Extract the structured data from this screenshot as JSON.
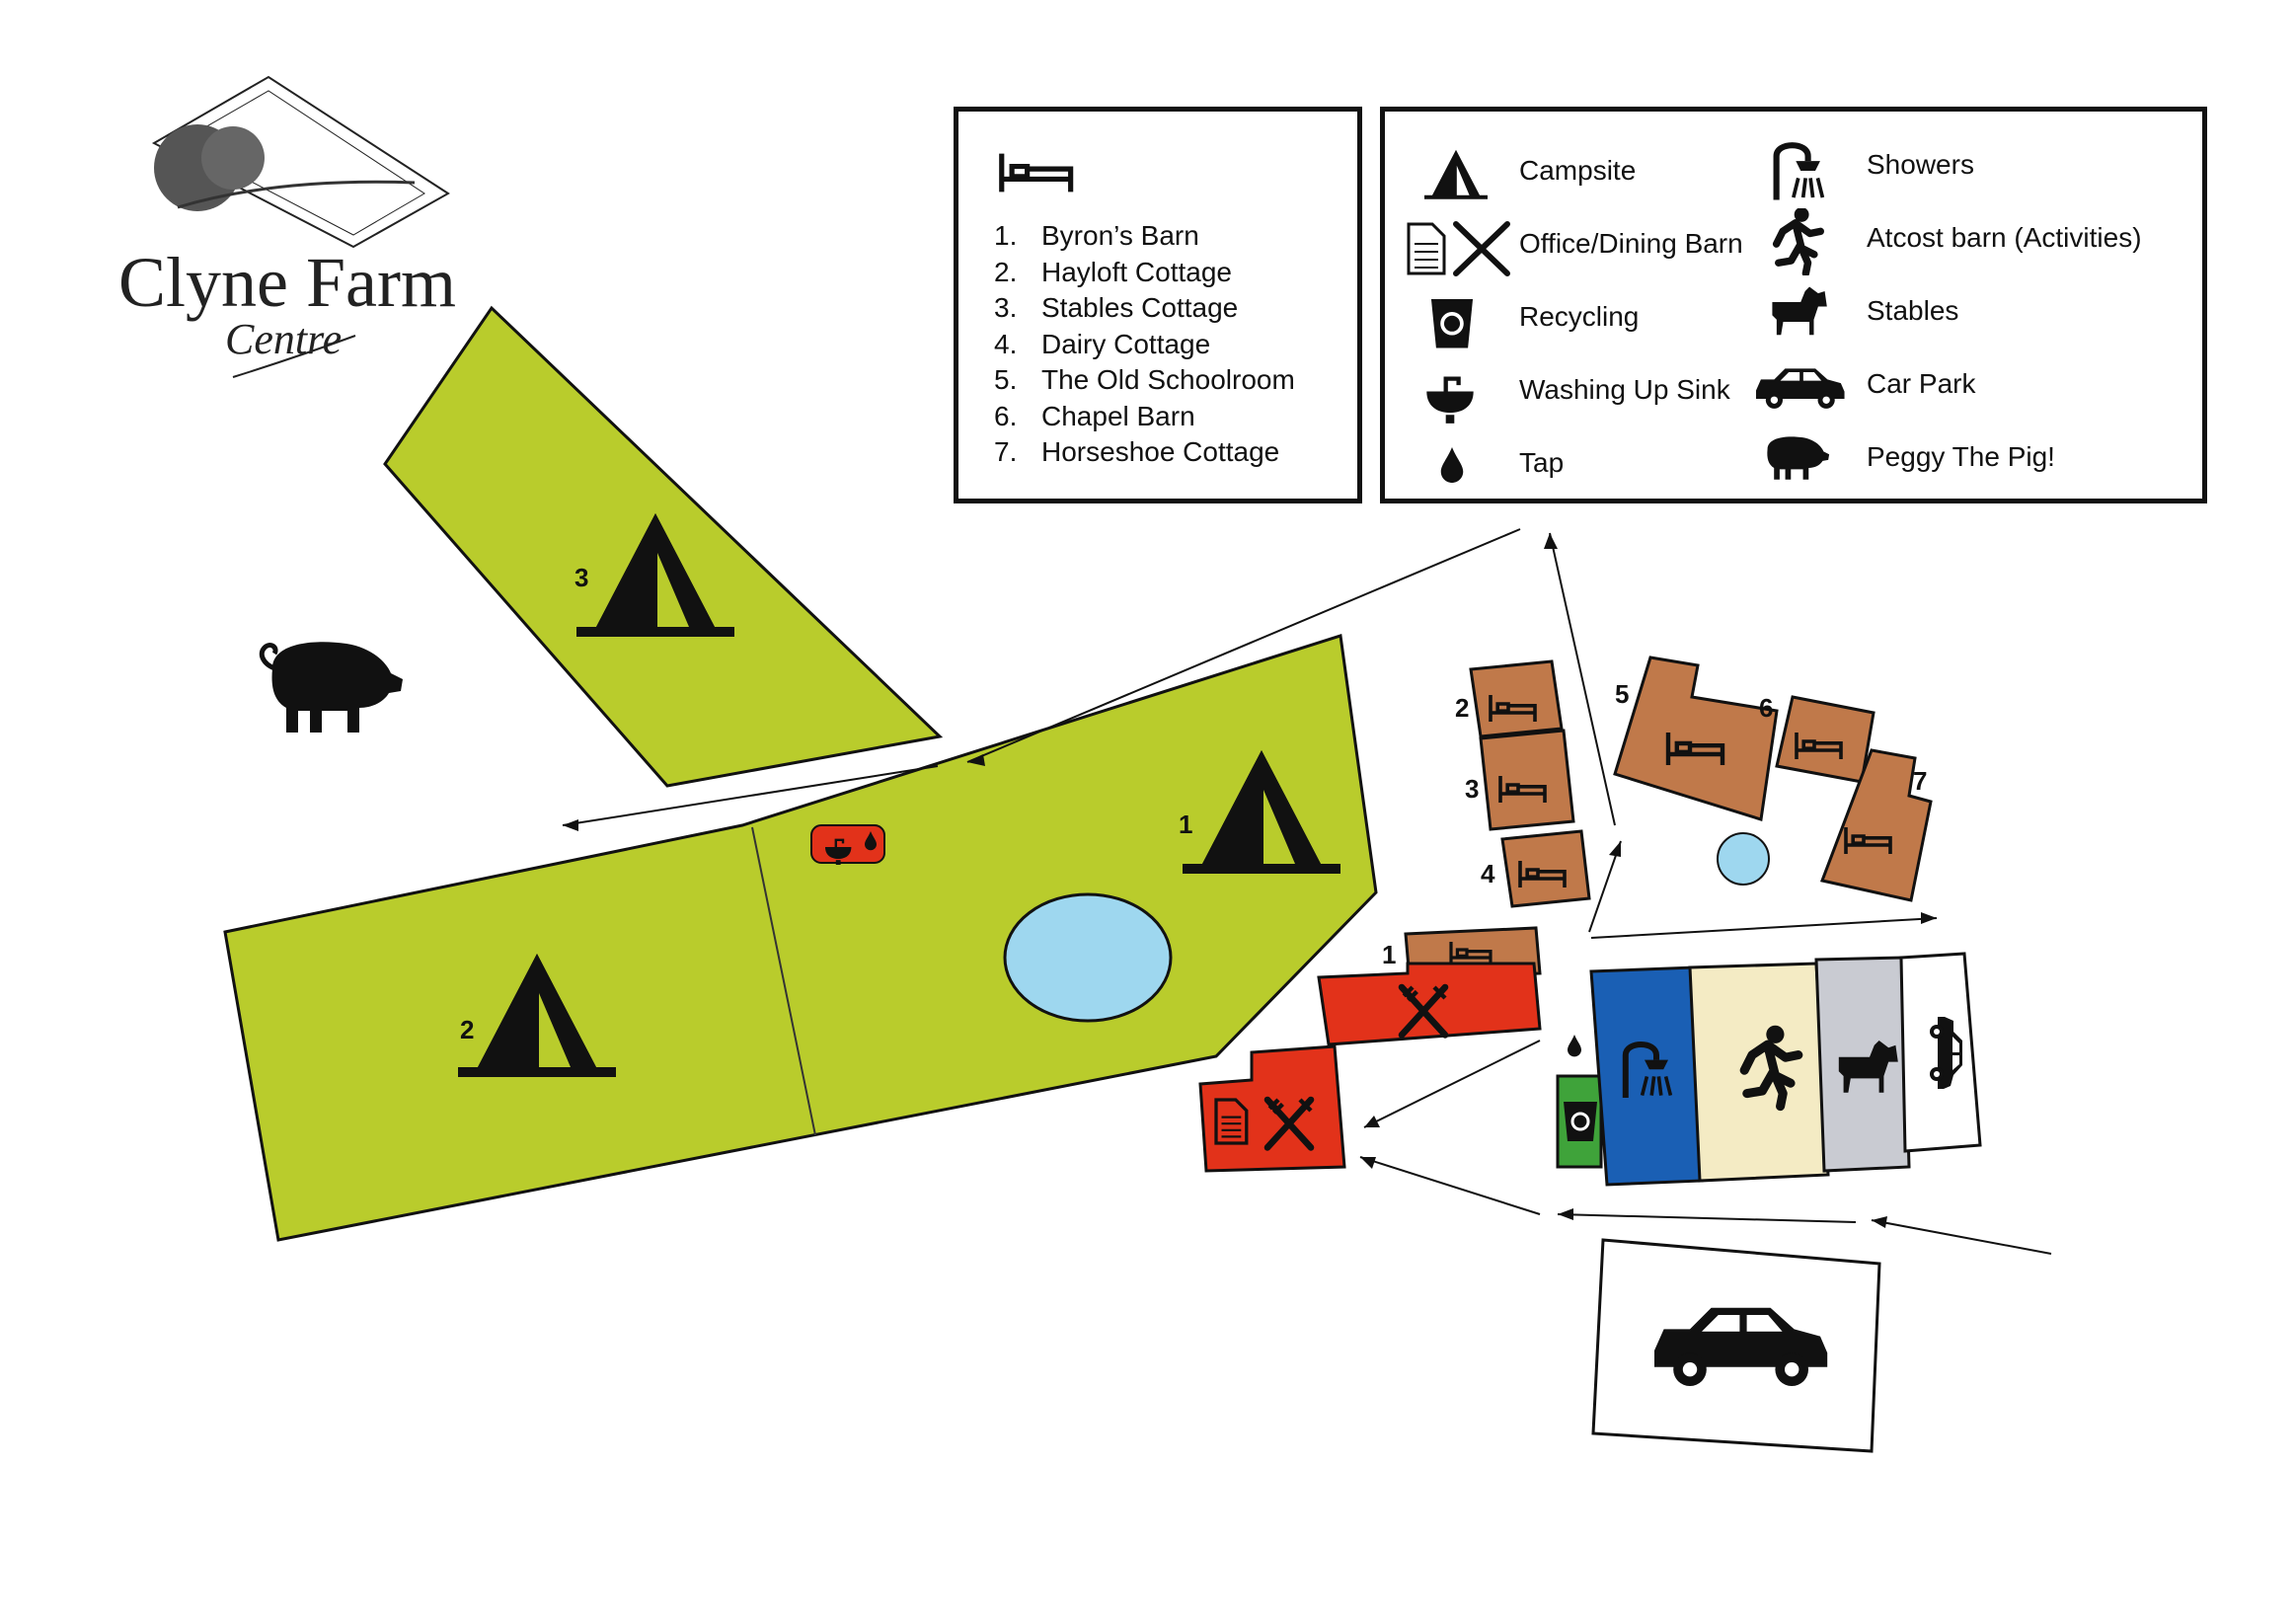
{
  "logo": {
    "line1": "Clyne Farm",
    "line2": "Centre"
  },
  "accommodation_legend": {
    "icon": "bed-icon",
    "items": [
      {
        "num": "1.",
        "name": "Byron’s Barn"
      },
      {
        "num": "2.",
        "name": "Hayloft Cottage"
      },
      {
        "num": "3.",
        "name": "Stables Cottage"
      },
      {
        "num": "4.",
        "name": "Dairy Cottage"
      },
      {
        "num": "5.",
        "name": "The Old Schoolroom"
      },
      {
        "num": "6.",
        "name": "Chapel Barn"
      },
      {
        "num": "7.",
        "name": "Horseshoe Cottage"
      }
    ]
  },
  "facilities_legend": {
    "campsite": {
      "label": "Campsite",
      "icon": "tent-icon"
    },
    "office_dining": {
      "label": "Office/Dining Barn",
      "icon": "document-cutlery-icon"
    },
    "recycling": {
      "label": "Recycling",
      "icon": "recycle-bin-icon"
    },
    "washing_up": {
      "label": "Washing Up Sink",
      "icon": "sink-icon"
    },
    "tap": {
      "label": "Tap",
      "icon": "water-drop-icon"
    },
    "showers": {
      "label": "Showers",
      "icon": "shower-icon"
    },
    "activities": {
      "label": "Atcost barn (Activities)",
      "icon": "running-person-icon"
    },
    "stables": {
      "label": "Stables",
      "icon": "horse-icon"
    },
    "car_park": {
      "label": "Car Park",
      "icon": "car-icon"
    },
    "pig": {
      "label": "Peggy The Pig!",
      "icon": "pig-icon"
    }
  },
  "map_labels": {
    "field1": "1",
    "field2": "2",
    "field3": "3",
    "b1": "1",
    "b2": "2",
    "b3": "3",
    "b4": "4",
    "b5": "5",
    "b6": "6",
    "b7": "7"
  },
  "colors": {
    "field": "#b9cc2c",
    "pond": "#9ed7ef",
    "cottage": "#c0794a",
    "dining": "#e2321a",
    "showers": "#1a5fb4",
    "activities": "#f4ebc4",
    "stables": "#c9cbd2",
    "recycling": "#3fa33a",
    "outline": "#111111"
  }
}
